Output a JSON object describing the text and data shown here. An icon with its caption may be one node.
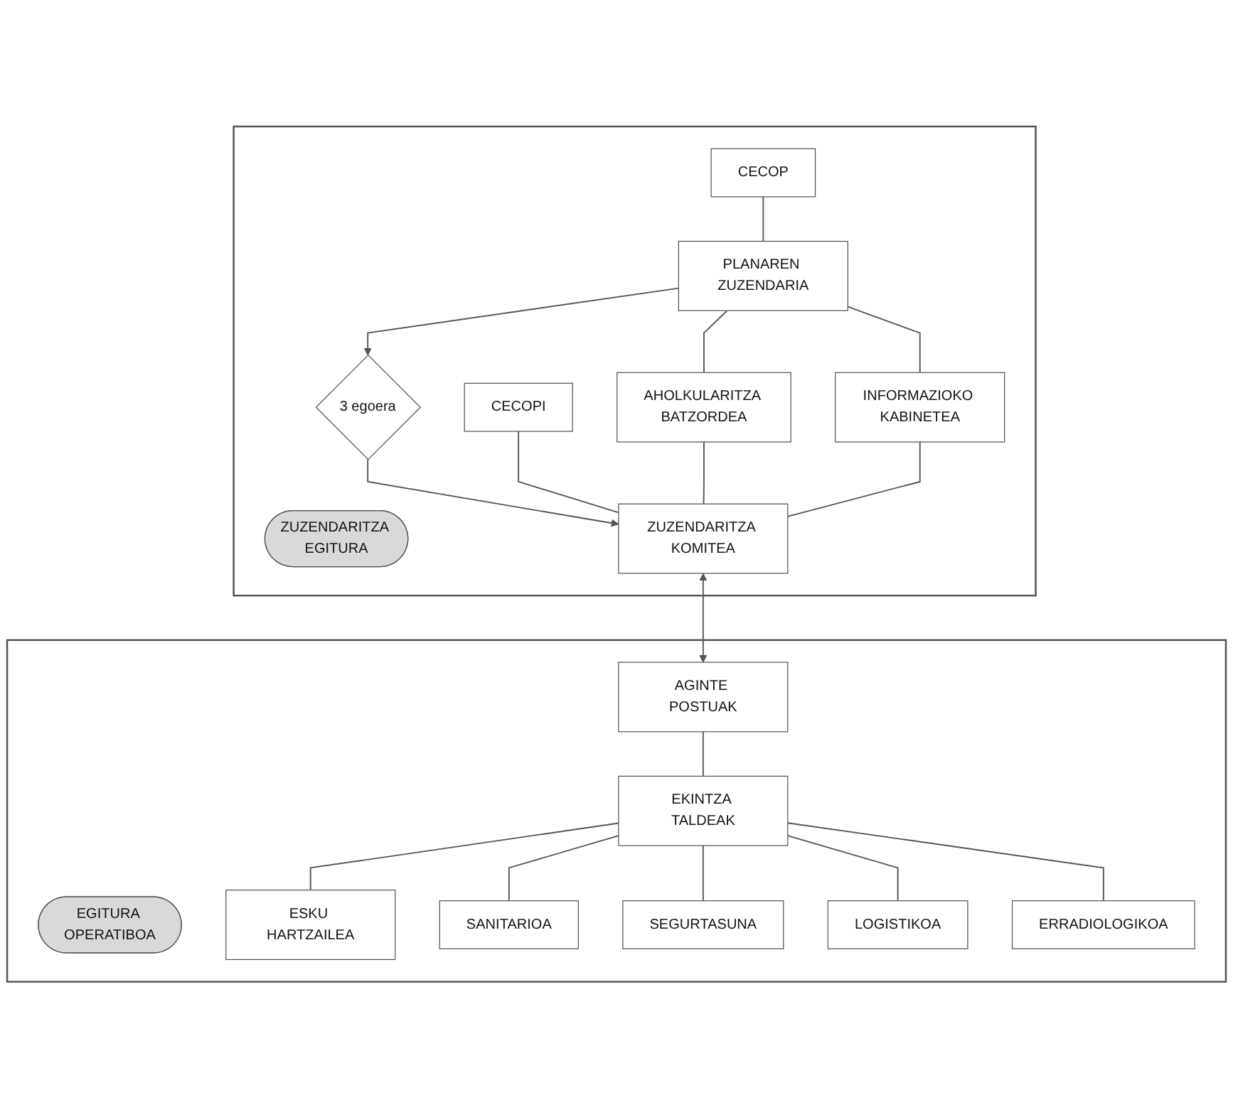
{
  "diagram": {
    "nodes": [
      {
        "text": [],
        "shape": "box"
      },
      {
        "text": [
          "CECOP"
        ],
        "in": 0
      },
      {
        "text": [
          "PLANAREN ZUZENDARIA"
        ],
        "in": 0
      },
      {
        "text": [
          "AHOLKULARITZA BATZORDEA"
        ],
        "in": 0
      },
      {
        "text": [
          "ZUZENDARITZA EGITURA"
        ],
        "in": 0
      },
      {
        "text": [
          "3 egoera"
        ],
        "in": 0
      },
      {
        "text": [
          "INFORMAZIOKO KABINETEA"
        ],
        "in": 0
      },
      {
        "text": [
          "CECOPI"
        ],
        "in": 0
      },
      {
        "text": [
          "ZUZENDARITZA KOMITEA"
        ],
        "in": 0
      },
      {
        "text": [],
        "shape": "box"
      },
      {
        "text": [
          "EGITURA OPERATIBOA"
        ],
        "in": 9
      },
      {
        "text": [
          "AGINTE POSTUAK"
        ],
        "in": 9
      },
      {
        "text": [
          "EKINTZA TALDEAK"
        ],
        "in": 9
      },
      {
        "text": [
          "ESKU HARTZAILEA"
        ],
        "in": 9
      },
      {
        "text": [
          "SANITARIOA"
        ],
        "in": 9
      },
      {
        "text": [
          "SEGURTASUNA"
        ],
        "in": 9
      },
      {
        "text": [
          "LOGISTIKOA"
        ],
        "in": 9
      },
      {
        "text": [
          "ERRADIOLOGIKOA"
        ],
        "in": 9
      }
    ],
    "edges": [
      {
        "from": 1,
        "to": 2,
        "arrow": "none"
      },
      {
        "from": 2,
        "to": 5,
        "arrow": "to"
      },
      {
        "from": 5,
        "to": 8,
        "arrow": "to"
      },
      {
        "from": 7,
        "to": 8,
        "arrow": "none"
      },
      {
        "from": 2,
        "to": 3,
        "arrow": "none"
      },
      {
        "from": 2,
        "to": 6,
        "arrow": "none"
      },
      {
        "from": 3,
        "to": 8,
        "arrow": "none"
      },
      {
        "from": 6,
        "to": 8,
        "arrow": "none"
      },
      {
        "from": 8,
        "to": 11,
        "arrow": "both"
      },
      {
        "from": 11,
        "to": 12,
        "arrow": "none"
      },
      {
        "from": 12,
        "to": 13,
        "arrow": "none"
      },
      {
        "from": 12,
        "to": 14,
        "arrow": "none"
      },
      {
        "from": 12,
        "to": 15,
        "arrow": "none"
      },
      {
        "from": 12,
        "to": 16,
        "arrow": "none"
      },
      {
        "from": 12,
        "to": 17,
        "arrow": "none"
      }
    ]
  }
}
